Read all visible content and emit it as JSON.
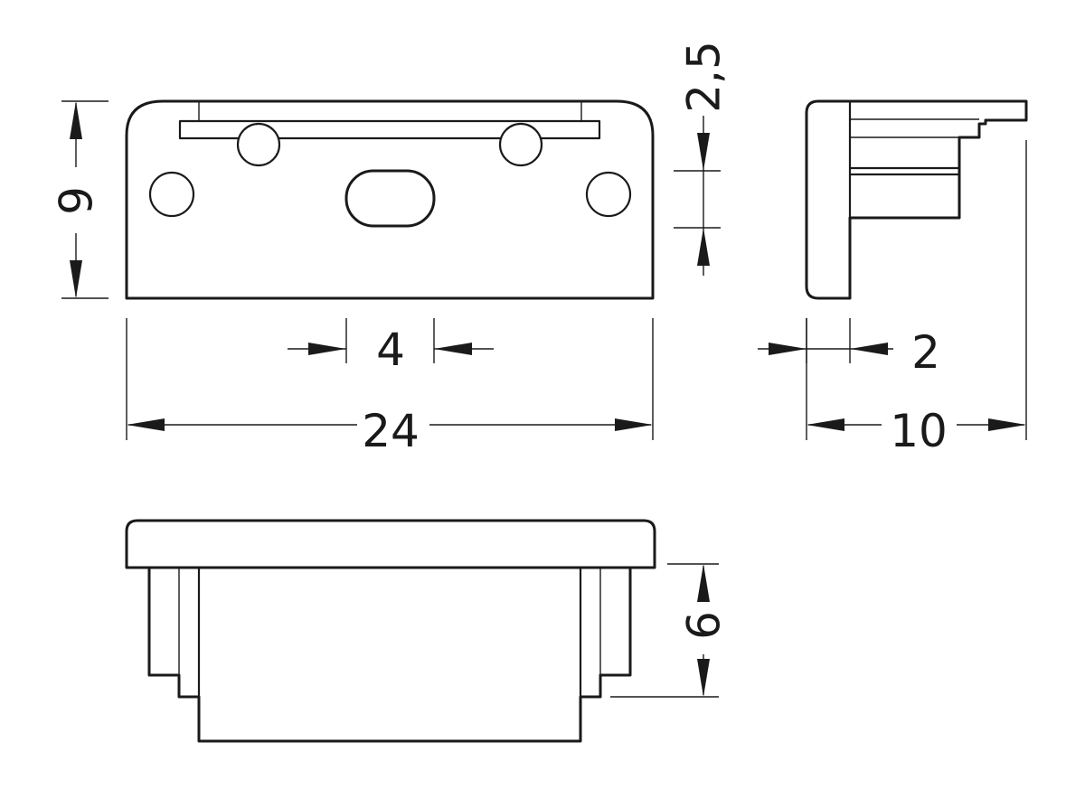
{
  "dimensions": {
    "width_front": "24",
    "hole_spacing": "4",
    "height": "9",
    "slot_height": "2,5",
    "depth_total": "10",
    "wall_thickness": "2",
    "insert_height": "6"
  }
}
